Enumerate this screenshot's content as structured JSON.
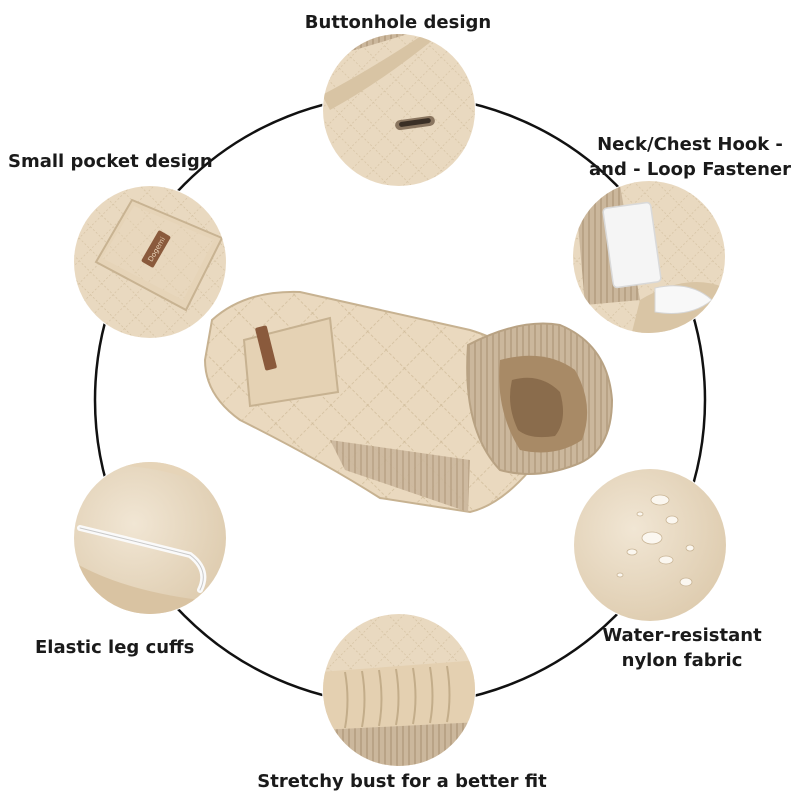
{
  "features": {
    "buttonhole": "Buttonhole design",
    "pocket": "Small pocket design",
    "neck_line1": "Neck/Chest Hook -",
    "neck_line2": "and - Loop Fastener",
    "elastic": "Elastic leg cuffs",
    "water_line1": "Water-resistant",
    "water_line2": "nylon fabric",
    "bust": "Stretchy bust for a better fit"
  },
  "brand_tag": "Dogemi",
  "colors": {
    "fabric": "#e8d7bd",
    "fabric_shadow": "#cdb897",
    "rib": "#c9b49a",
    "ring": "#111111"
  }
}
